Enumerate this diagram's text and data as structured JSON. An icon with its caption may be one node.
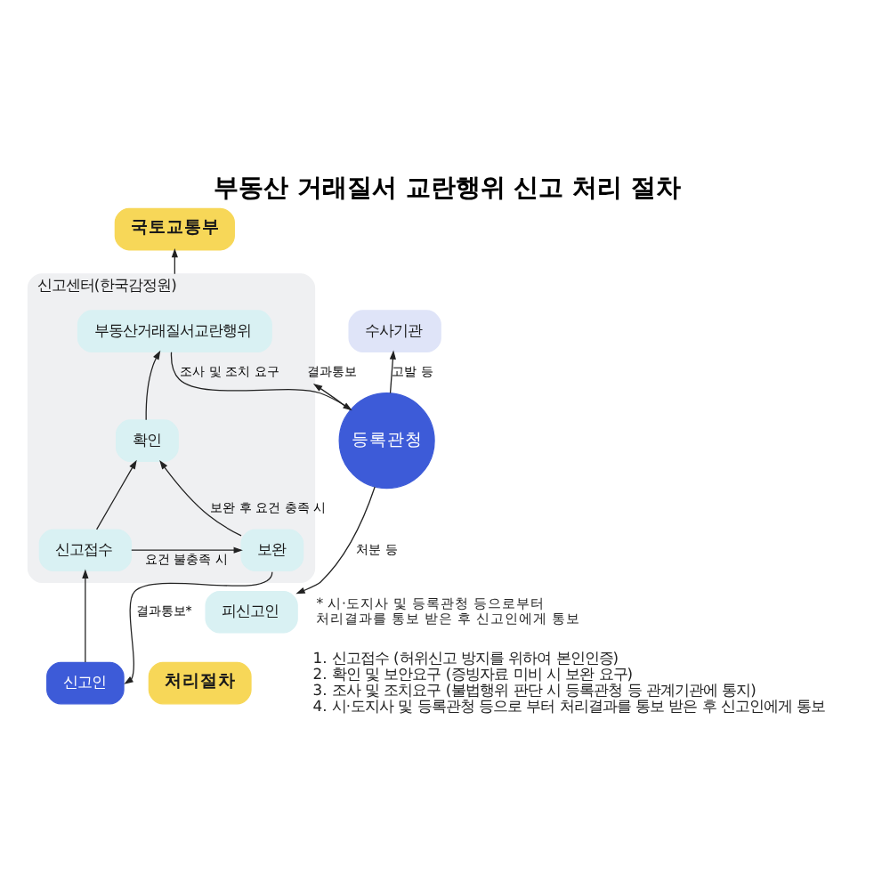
{
  "diagram": {
    "title": "부동산 거래질서 교란행위 신고 처리 절차",
    "nodes": [
      {
        "text": [
          "국토교통부"
        ]
      },
      {
        "text": [
          "수사기관"
        ]
      },
      {
        "text": [
          "신고센터(한국감정원)"
        ]
      },
      {
        "text": [
          "부동산거래질서교란행위"
        ],
        "in": 2
      },
      {
        "text": [
          "확인"
        ],
        "in": 2
      },
      {
        "text": [
          "신고접수"
        ],
        "in": 2
      },
      {
        "text": [
          "보완"
        ],
        "in": 2
      },
      {
        "text": [
          "등록관청"
        ]
      },
      {
        "text": [
          "피신고인"
        ]
      },
      {
        "text": [
          "신고인"
        ]
      },
      {
        "text": [
          "처리절차"
        ]
      }
    ],
    "edges": [
      {
        "from": 2,
        "to": 0,
        "arrow": "to"
      },
      {
        "from": 3,
        "to": 7,
        "arrow": "to",
        "label": "조사 및 조치 요구"
      },
      {
        "from": 7,
        "to": 2,
        "arrow": "to",
        "label": "결과통보"
      },
      {
        "from": 7,
        "to": 1,
        "arrow": "to",
        "label": "고발 등"
      },
      {
        "from": 4,
        "to": 3,
        "arrow": "to"
      },
      {
        "from": 5,
        "to": 4,
        "arrow": "to"
      },
      {
        "from": 5,
        "to": 6,
        "arrow": "to",
        "label": "요건 불충족 시"
      },
      {
        "from": 6,
        "to": 4,
        "arrow": "to",
        "label": "보완 후 요건 충족 시"
      },
      {
        "from": 9,
        "to": 5,
        "arrow": "to"
      },
      {
        "from": 6,
        "to": 9,
        "arrow": "to",
        "label": "결과통보*"
      },
      {
        "from": 7,
        "to": 8,
        "arrow": "to",
        "label": "처분 등"
      }
    ],
    "labels": [
      "* 시·도지사 및 등록관청 등으로부터 처리결과를 통보 받은 후 신고인에게 통보",
      "1. 신고접수 (허위신고 방지를 위하여 본인인증)",
      "2. 확인 및 보안요구 (증빙자료 미비 시 보완 요구)",
      "3. 조사 및 조치요구 (불법행위 판단 시 등록관청 등 관계기관에 통지)",
      "4. 시·도지사 및 등록관청 등으로 부터 처리결과를 통보 받은 후 신고인에게 통보"
    ]
  }
}
